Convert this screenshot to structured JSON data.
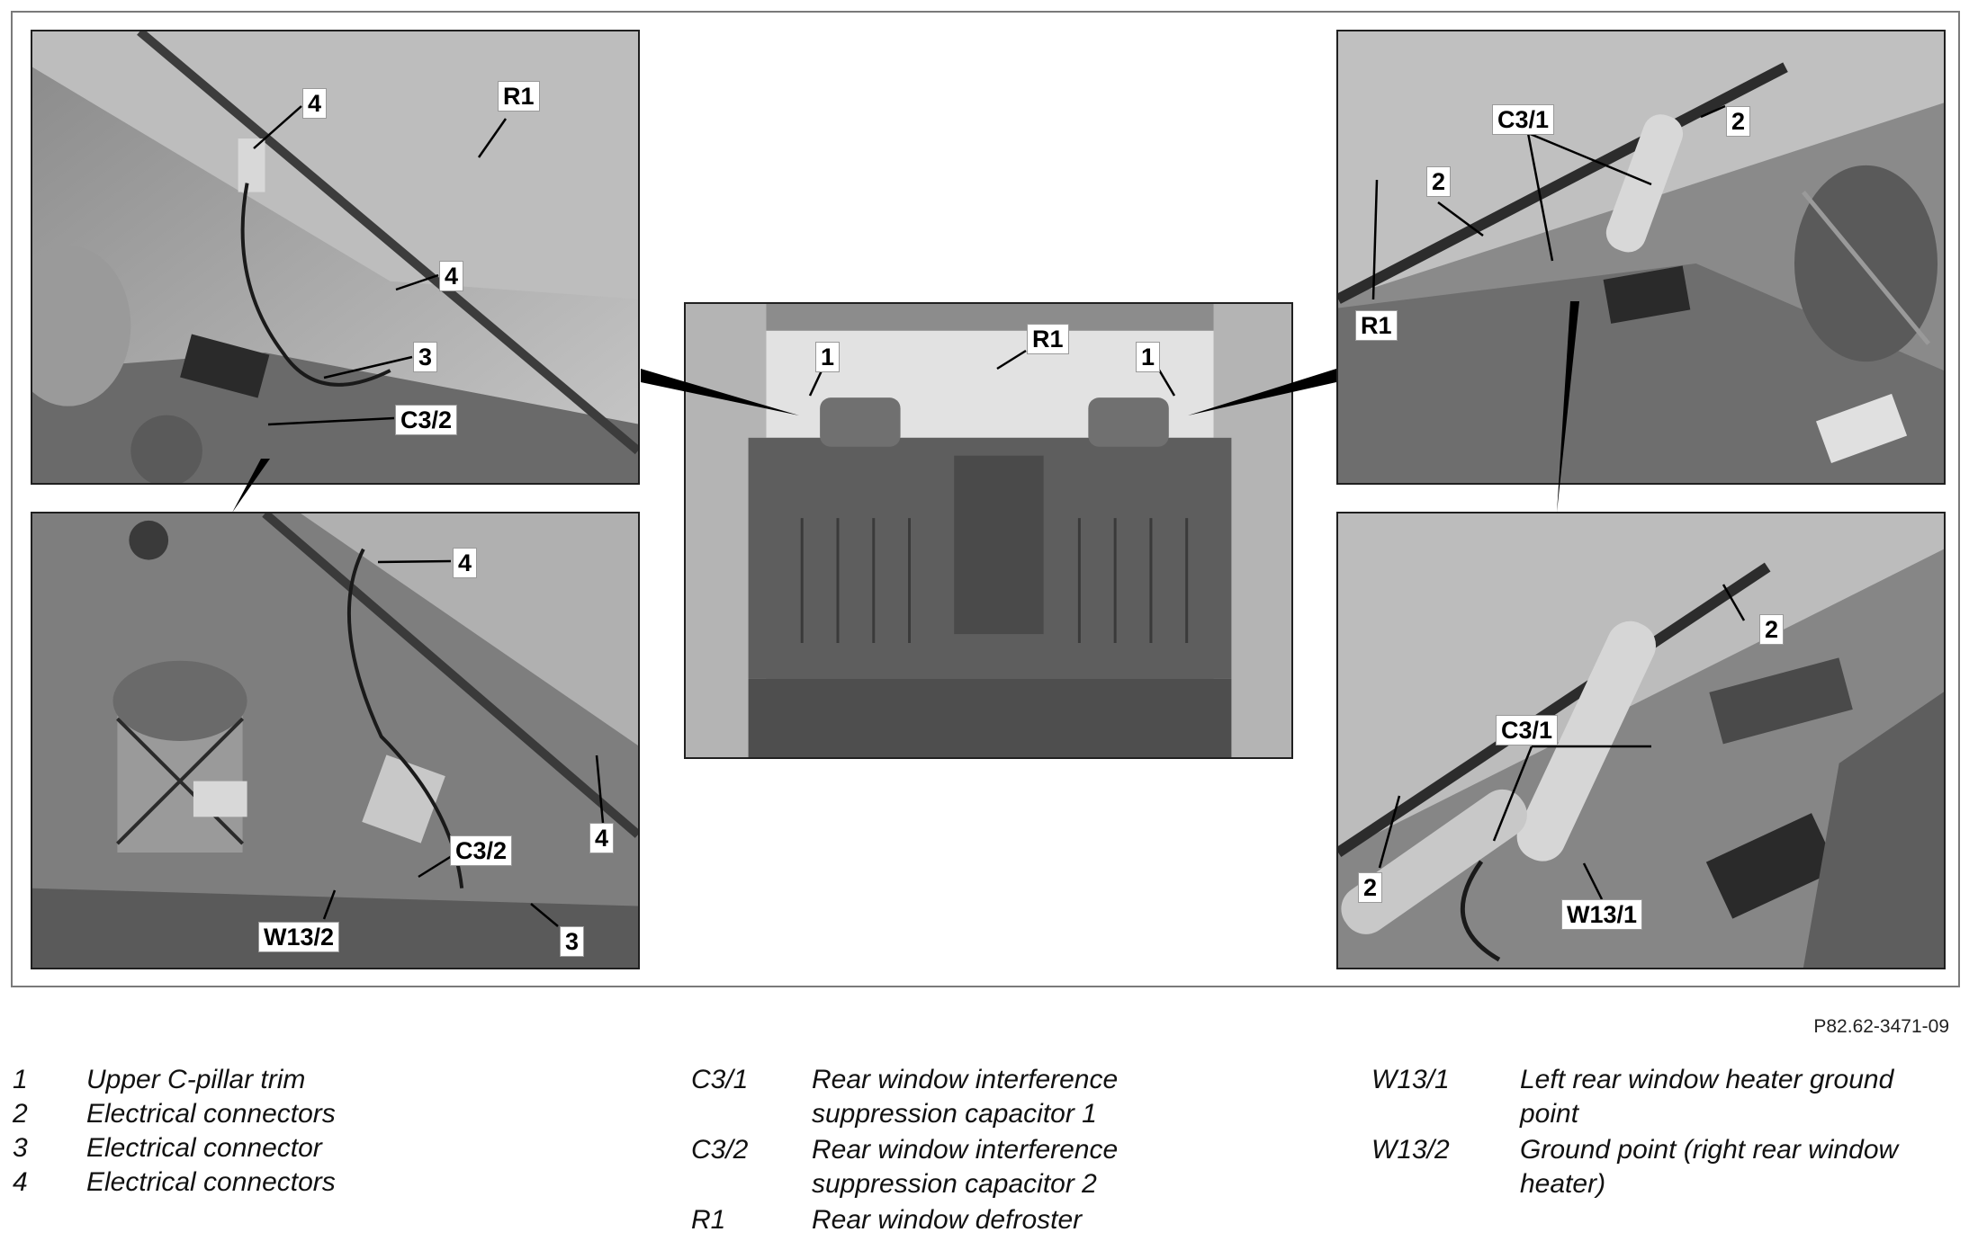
{
  "figure_code": "P82.62-3471-09",
  "callouts": {
    "tl_4a": "4",
    "tl_r1": "R1",
    "tl_4b": "4",
    "tl_3": "3",
    "tl_c32": "C3/2",
    "bl_4a": "4",
    "bl_4b": "4",
    "bl_c32": "C3/2",
    "bl_w132": "W13/2",
    "bl_3": "3",
    "c_1a": "1",
    "c_r1": "R1",
    "c_1b": "1",
    "tr_c31": "C3/1",
    "tr_2a": "2",
    "tr_2b": "2",
    "tr_r1": "R1",
    "br_2a": "2",
    "br_c31": "C3/1",
    "br_2b": "2",
    "br_w131": "W13/1"
  },
  "legend": {
    "col1": [
      {
        "key": "1",
        "text": "Upper C-pillar trim"
      },
      {
        "key": "2",
        "text": "Electrical connectors"
      },
      {
        "key": "3",
        "text": "Electrical connector"
      },
      {
        "key": "4",
        "text": "Electrical connectors"
      }
    ],
    "col2": [
      {
        "key": "C3/1",
        "line1": "Rear window interference",
        "line2": "suppression capacitor 1"
      },
      {
        "key": "C3/2",
        "line1": "Rear window interference",
        "line2": "suppression capacitor 2"
      },
      {
        "key": "R1",
        "line1": "Rear window defroster",
        "line2": ""
      }
    ],
    "col3": [
      {
        "key": "W13/1",
        "line1": "Left rear window heater ground",
        "line2": "point"
      },
      {
        "key": "W13/2",
        "line1": "Ground point (right rear window",
        "line2": "heater)"
      }
    ]
  }
}
